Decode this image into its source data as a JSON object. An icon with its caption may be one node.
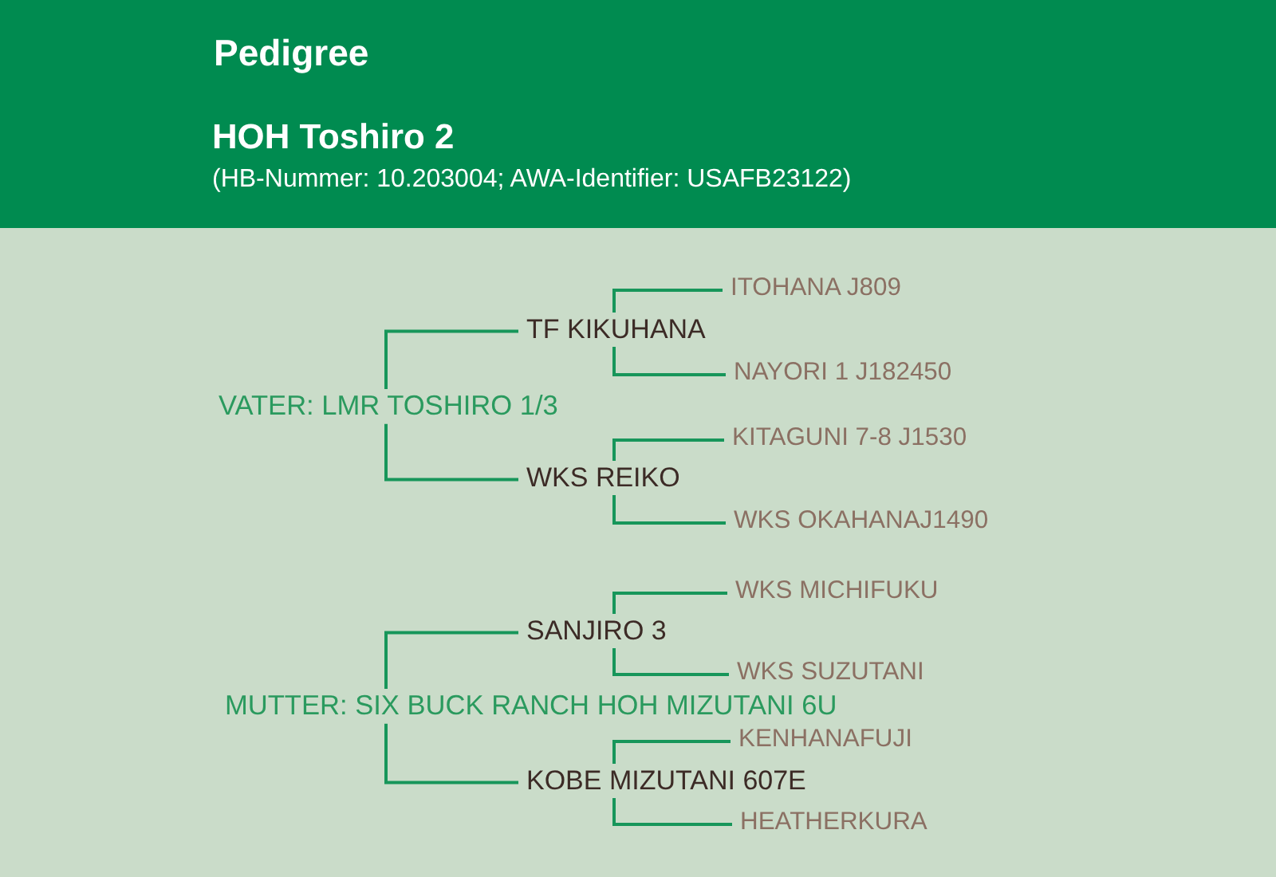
{
  "diagram": {
    "title": "Pedigree",
    "nodes": [
      {
        "text": [
          "ITOHANA J809"
        ]
      },
      {
        "text": [
          "TF KIKUHANA"
        ]
      },
      {
        "text": [
          "NAYORI 1 J182450"
        ]
      },
      {
        "text": [
          "VATER: LMR TOSHIRO 1/3"
        ]
      },
      {
        "text": [
          "KITAGUNI 7-8 J1530"
        ]
      },
      {
        "text": [
          "WKS REIKO"
        ]
      },
      {
        "text": [
          "WKS OKAHANAJ1490"
        ]
      },
      {
        "text": [
          "WKS MICHIFUKU"
        ]
      },
      {
        "text": [
          "SANJIRO 3"
        ]
      },
      {
        "text": [
          "WKS SUZUTANI"
        ]
      },
      {
        "text": [
          "MUTTER: SIX BUCK RANCH HOH MIZUTANI 6U"
        ]
      },
      {
        "text": [
          "KENHANAFUJI"
        ]
      },
      {
        "text": [
          "KOBE MIZUTANI 607E"
        ]
      },
      {
        "text": [
          "HEATHERKURA"
        ]
      }
    ],
    "edges": [
      {
        "from": 3,
        "to": 1,
        "arrow": "none"
      },
      {
        "from": 3,
        "to": 5,
        "arrow": "none"
      },
      {
        "from": 1,
        "to": 0,
        "arrow": "none"
      },
      {
        "from": 1,
        "to": 2,
        "arrow": "none"
      },
      {
        "from": 5,
        "to": 4,
        "arrow": "none"
      },
      {
        "from": 5,
        "to": 6,
        "arrow": "none"
      },
      {
        "from": 10,
        "to": 8,
        "arrow": "none"
      },
      {
        "from": 10,
        "to": 12,
        "arrow": "none"
      },
      {
        "from": 8,
        "to": 7,
        "arrow": "none"
      },
      {
        "from": 8,
        "to": 9,
        "arrow": "none"
      },
      {
        "from": 12,
        "to": 11,
        "arrow": "none"
      },
      {
        "from": 12,
        "to": 13,
        "arrow": "none"
      }
    ],
    "labels": [
      "HOH Toshiro 2",
      "(HB-Nummer: 10.203004; AWA-Identifier: USAFB23122)"
    ]
  }
}
